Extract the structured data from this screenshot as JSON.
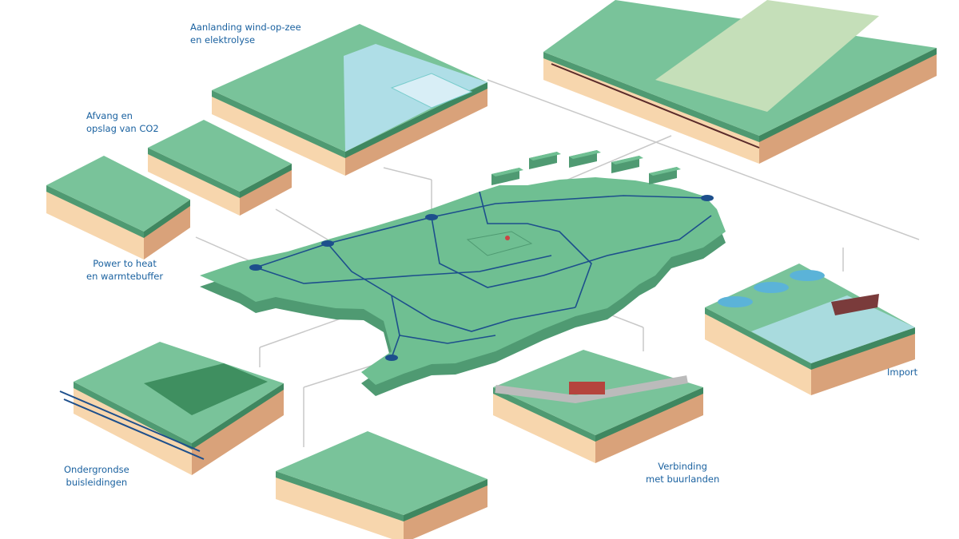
{
  "labels": {
    "wind": "Aanlanding wind-op-zee\nen elektrolyse",
    "co2": "Afvang en\nopslag van CO2",
    "heat": "Power to heat\nen warmtebuffer",
    "pipes": "Ondergrondse\nbuisleidingen",
    "neighbours": "Verbinding\nmet buurlanden",
    "import": "Import"
  },
  "colors": {
    "grass": "#79c39a",
    "grass_dark": "#4f9a72",
    "soil_light": "#f7d6ad",
    "soil_dark": "#d9a27a",
    "water": "#b5e1ef",
    "map_green": "#6fbf92",
    "grid_lines": "#1d4f8c",
    "label": "#1b62a0",
    "connector": "#c8c8c8"
  }
}
